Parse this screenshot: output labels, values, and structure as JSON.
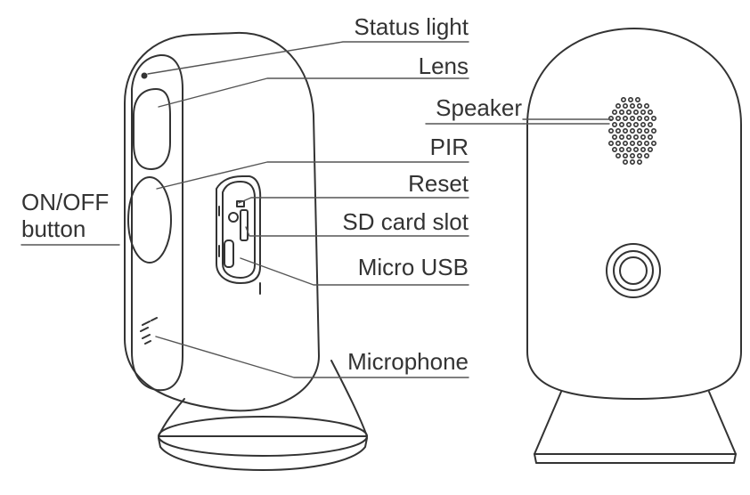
{
  "labels": {
    "status_light": "Status light",
    "lens": "Lens",
    "speaker": "Speaker",
    "pir": "PIR",
    "reset": "Reset",
    "sd_card_slot": "SD card slot",
    "micro_usb": "Micro USB",
    "microphone": "Microphone",
    "on_off_line1": "ON/OFF",
    "on_off_line2": "button"
  },
  "colors": {
    "line": "#333333",
    "text": "#333333",
    "background": "#ffffff"
  }
}
